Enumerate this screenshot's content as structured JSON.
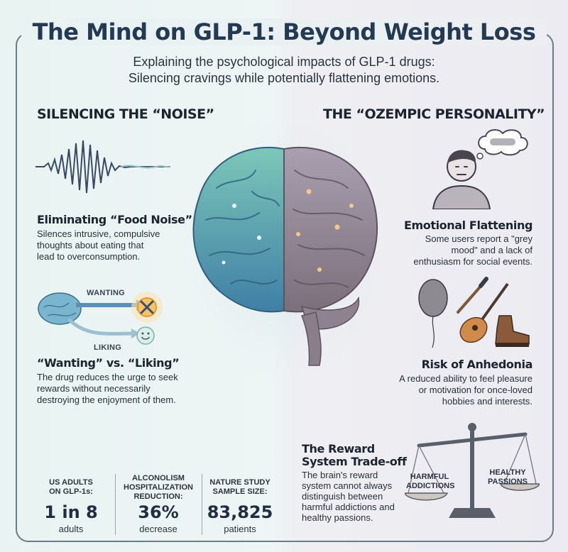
{
  "header": {
    "title": "The Mind on GLP-1: Beyond Weight Loss",
    "subtitle_line1": "Explaining the psychological impacts of GLP-1 drugs:",
    "subtitle_line2": "Silencing cravings while potentially flattening emotions."
  },
  "left": {
    "heading": "SILENCING THE “NOISE”",
    "food_noise": {
      "title": "Eliminating “Food Noise”",
      "lines": [
        "Silences intrusive, compulsive",
        "thoughts about eating that",
        "lead to overconsumption."
      ]
    },
    "diagram": {
      "wanting_label": "WANTING",
      "liking_label": "LIKING"
    },
    "wanting_liking": {
      "title": "“Wanting” vs. “Liking”",
      "lines": [
        "The drug reduces the urge to seek",
        "rewards without necessarily",
        "destroying the enjoyment of them."
      ]
    }
  },
  "right": {
    "heading": "THE “OZEMPIC PERSONALITY”",
    "flattening": {
      "title": "Emotional Flattening",
      "lines": [
        "Some users report a \"grey",
        "mood\" and a lack of",
        "enthusiasm for social events."
      ]
    },
    "anhedonia": {
      "title": "Risk of Anhedonia",
      "lines": [
        "A reduced ability to feel pleasure",
        "or motivation for once-loved",
        "hobbies and interests."
      ]
    },
    "tradeoff": {
      "title_line1": "The Reward",
      "title_line2": "System Trade-off",
      "lines": [
        "The brain's reward",
        "system cannot always",
        "distinguish between",
        "harmful addictions and",
        "healthy passions."
      ]
    },
    "scale": {
      "left_line1": "HARMFUL",
      "left_line2": "ADDICTIONS",
      "right_line1": "HEALTHY",
      "right_line2": "PASSIONS"
    }
  },
  "stats": [
    {
      "label_lines": [
        "US ADULTS",
        "ON GLP-1s:"
      ],
      "value": "1 in 8",
      "unit": "adults"
    },
    {
      "label_lines": [
        "ALCONOLISM",
        "HOSPITALIZATION",
        "REDUCTION:"
      ],
      "value": "36%",
      "unit": "decrease"
    },
    {
      "label_lines": [
        "NATURE STUDY",
        "SAMPLE SIZE:"
      ],
      "value": "83,825",
      "unit": "patients"
    }
  ],
  "colors": {
    "title": "#233a52",
    "brain_left": "#5fb0b8",
    "brain_right": "#9c8c9c",
    "accent_orange": "#e9a04a"
  },
  "icons": [
    "sound-wave-icon",
    "brain-icon",
    "person-icon",
    "thought-bubble-icon",
    "balloon-icon",
    "paintbrush-icon",
    "guitar-icon",
    "boot-icon",
    "balance-scale-icon",
    "crossed-circle-icon",
    "smiley-icon"
  ]
}
